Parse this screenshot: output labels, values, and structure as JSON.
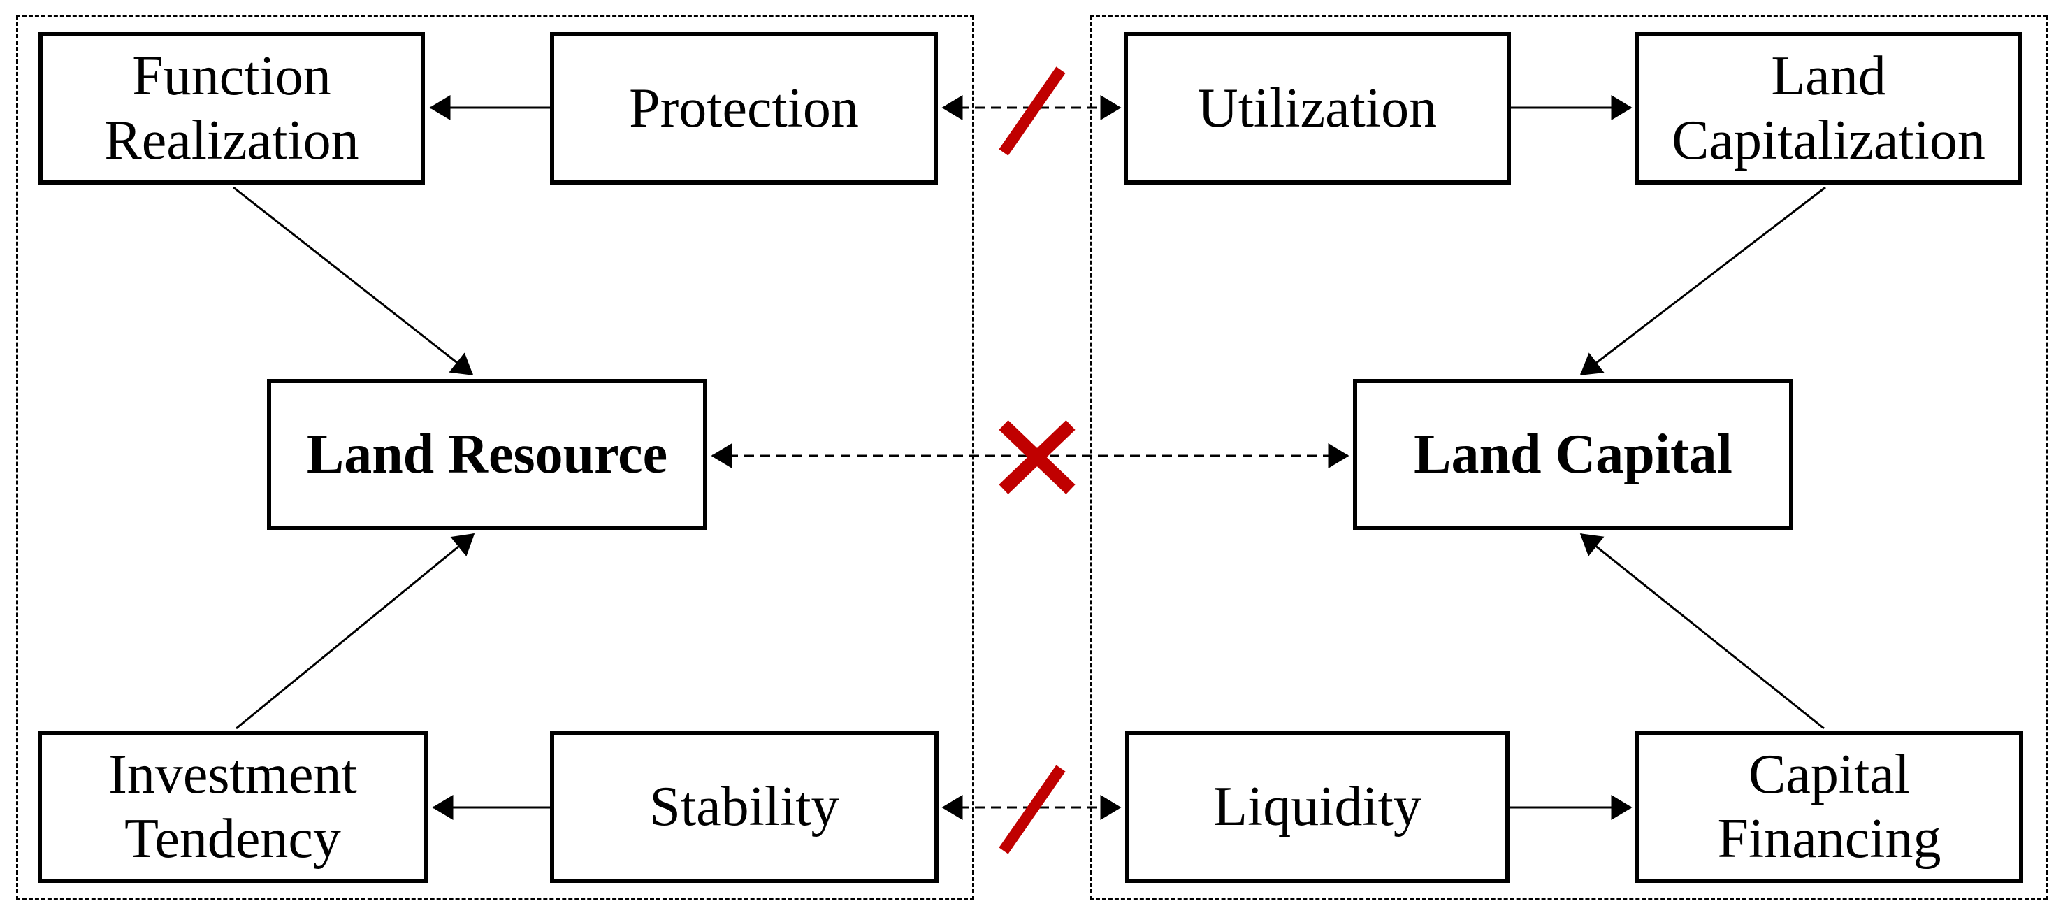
{
  "diagram": {
    "boxes": {
      "function_realization": {
        "label": "Function Realization",
        "emphasis": false
      },
      "protection": {
        "label": "Protection",
        "emphasis": false
      },
      "utilization": {
        "label": "Utilization",
        "emphasis": false
      },
      "land_capitalization": {
        "label": "Land Capitalization",
        "emphasis": false
      },
      "land_resource": {
        "label": "Land Resource",
        "emphasis": true
      },
      "land_capital": {
        "label": "Land Capital",
        "emphasis": true
      },
      "investment_tendency": {
        "label": "Investment Tendency",
        "emphasis": false
      },
      "stability": {
        "label": "Stability",
        "emphasis": false
      },
      "liquidity": {
        "label": "Liquidity",
        "emphasis": false
      },
      "capital_financing": {
        "label": "Capital Financing",
        "emphasis": false
      }
    },
    "relations": [
      {
        "from": "protection",
        "to": "function_realization",
        "style": "solid-arrow"
      },
      {
        "from": "function_realization",
        "to": "land_resource",
        "style": "solid-arrow"
      },
      {
        "from": "stability",
        "to": "investment_tendency",
        "style": "solid-arrow"
      },
      {
        "from": "investment_tendency",
        "to": "land_resource",
        "style": "solid-arrow"
      },
      {
        "from": "utilization",
        "to": "land_capitalization",
        "style": "solid-arrow"
      },
      {
        "from": "land_capitalization",
        "to": "land_capital",
        "style": "solid-arrow"
      },
      {
        "from": "liquidity",
        "to": "capital_financing",
        "style": "solid-arrow"
      },
      {
        "from": "capital_financing",
        "to": "land_capital",
        "style": "solid-arrow"
      },
      {
        "from": "protection",
        "to": "utilization",
        "style": "dashed-double-arrow",
        "blocked": true,
        "blocked_mark": "slash"
      },
      {
        "from": "land_resource",
        "to": "land_capital",
        "style": "dashed-double-arrow",
        "blocked": true,
        "blocked_mark": "cross"
      },
      {
        "from": "stability",
        "to": "liquidity",
        "style": "dashed-double-arrow",
        "blocked": true,
        "blocked_mark": "slash"
      }
    ],
    "colors": {
      "line": "#000000",
      "box_border": "#000000",
      "background": "#ffffff",
      "blocked_mark": "#c00000"
    }
  }
}
